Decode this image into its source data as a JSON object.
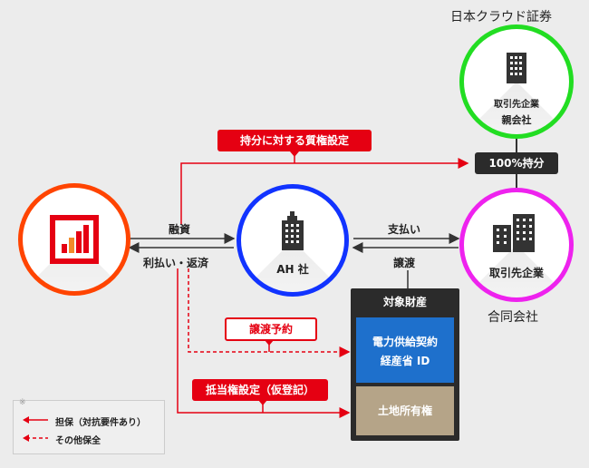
{
  "top_label": "日本クラウド証券",
  "parent_company": {
    "line1": "取引先企業",
    "line2": "親会社"
  },
  "ownership": "100%持分",
  "client_company": {
    "label": "取引先企業",
    "sub": "合同会社"
  },
  "ah": {
    "label": "AH 社"
  },
  "arrows": {
    "loan": "融資",
    "repay": "利払い・返済",
    "pay": "支払い",
    "transfer": "譲渡"
  },
  "red_labels": {
    "pledge": "持分に対する質権設定",
    "transfer_reservation": "譲渡予約",
    "mortgage": "抵当権設定（仮登記）"
  },
  "asset": {
    "header": "対象財産",
    "blue_line1": "電力供給契約",
    "blue_line2": "経産省 ID",
    "land": "土地所有権"
  },
  "legend": {
    "note": "※",
    "solid": "担保（対抗要件あり）",
    "dashed": "その他保全"
  },
  "colors": {
    "parent_ring": "#22dd22",
    "client_ring": "#ee22ee",
    "ah_ring": "#1133ff",
    "lender_ring": "#ff4400",
    "red": "#e50012",
    "asset_blue": "#1e70cc",
    "asset_tan": "#b5a488"
  },
  "icons": [
    "logo-icon",
    "building-icon"
  ]
}
